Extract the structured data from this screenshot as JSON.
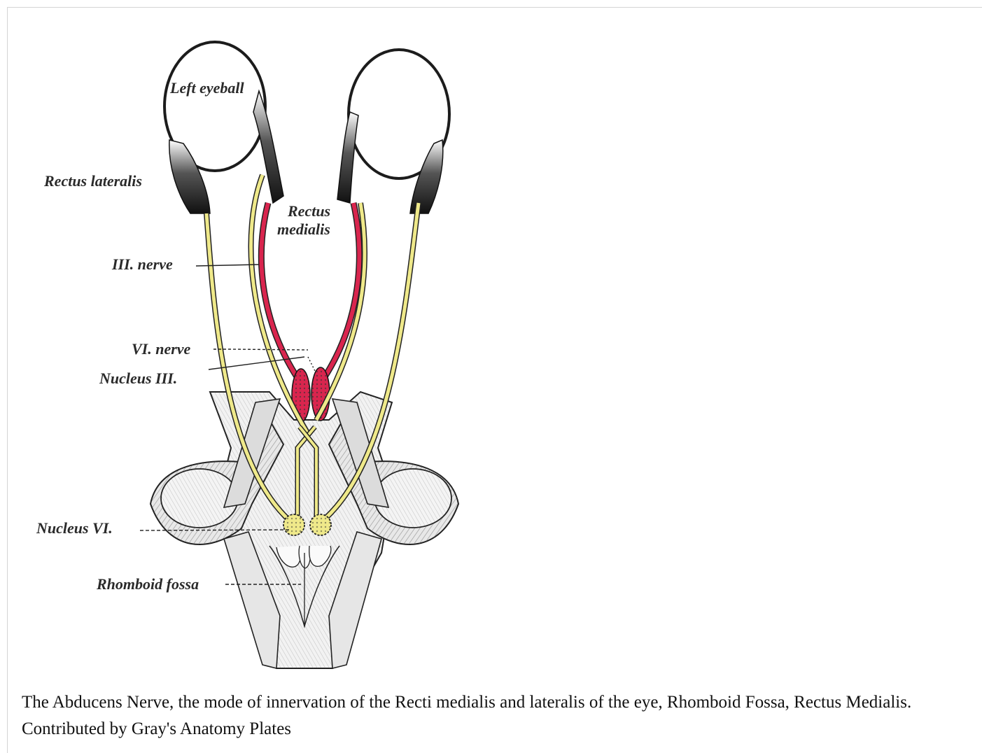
{
  "figure": {
    "labels": {
      "left_eyeball": "Left eyeball",
      "rectus_lateralis": "Rectus lateralis",
      "rectus": "Rectus",
      "medialis": "medialis",
      "iii_nerve": "III. nerve",
      "vi_nerve": "VI. nerve",
      "nucleus_iii": "Nucleus III.",
      "nucleus_vi": "Nucleus VI.",
      "rhomboid_fossa": "Rhomboid fossa"
    },
    "colors": {
      "nerve_yellow": "#efe98a",
      "muscle_red": "#d9254e",
      "muscle_dark": "#1c1c1c",
      "ink": "#222222"
    }
  },
  "caption": {
    "text": "The Abducens Nerve, the mode of innervation of the Recti medialis and lateralis of the eye, Rhomboid Fossa, Rectus Medialis. Contributed by Gray's Anatomy Plates"
  }
}
